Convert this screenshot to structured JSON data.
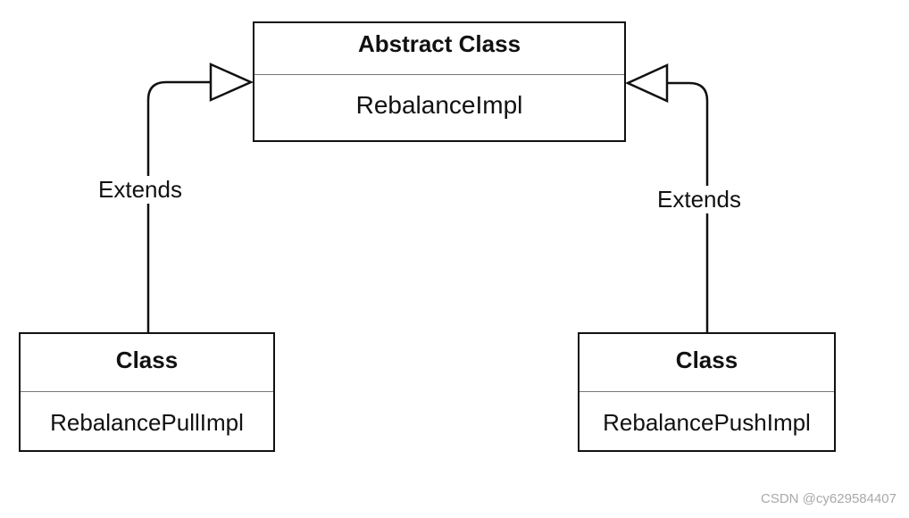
{
  "abstract_class": {
    "stereotype": "Abstract Class",
    "name": "RebalanceImpl"
  },
  "subclasses": [
    {
      "stereotype": "Class",
      "name": "RebalancePullImpl"
    },
    {
      "stereotype": "Class",
      "name": "RebalancePushImpl"
    }
  ],
  "relations": [
    {
      "label": "Extends",
      "from": "RebalancePullImpl",
      "to": "RebalanceImpl"
    },
    {
      "label": "Extends",
      "from": "RebalancePushImpl",
      "to": "RebalanceImpl"
    }
  ],
  "watermark": "CSDN @cy629584407"
}
